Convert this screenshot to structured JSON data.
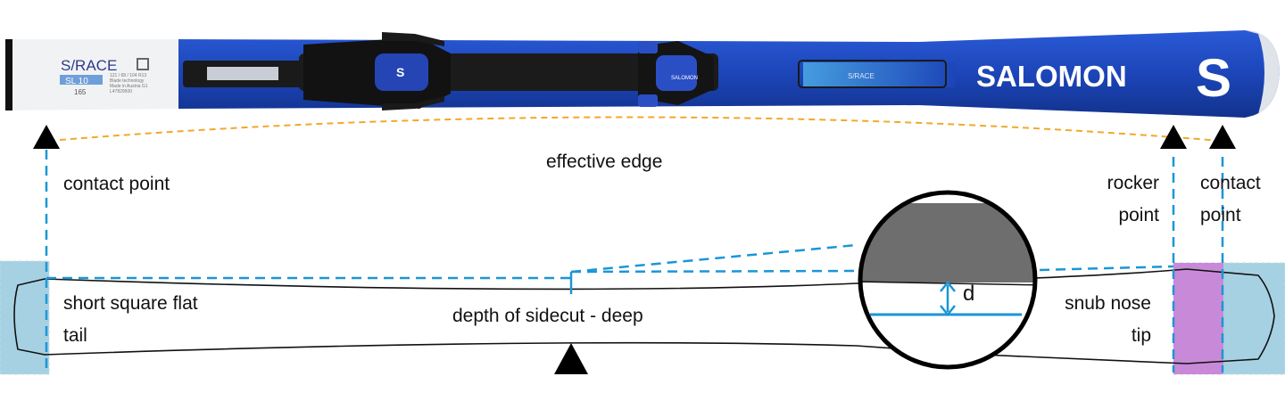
{
  "ski": {
    "top_logo": "S/RACE",
    "model_badge": "SL 10",
    "length": "165",
    "specs": [
      "121 / 68 / 104  R13",
      "Blade technology",
      "Made in Austria  G1",
      "L47829500"
    ],
    "brand": "SALOMON",
    "brand_mark": "S",
    "binding_mark_1": "S",
    "binding_mark_2": "SALOMON",
    "sticker": "S/RACE"
  },
  "labels": {
    "effective_edge": "effective edge",
    "contact_point_tail": "contact point",
    "rocker_point": [
      "rocker",
      "point"
    ],
    "contact_point_tip": [
      "contact",
      "point"
    ],
    "tail_shape": [
      "short square flat",
      "tail"
    ],
    "sidecut": "depth of sidecut - deep",
    "tip_shape": [
      "snub nose",
      "tip"
    ],
    "depth_symbol": "d"
  },
  "colors": {
    "ski_blue": "#1c45b8",
    "ski_white": "#f1f2f4",
    "edge_orange": "#f2a82a",
    "guide_blue": "#1b96d6",
    "zone_blue": "#a6d1e2",
    "zone_purple": "#c88ad8",
    "marker": "#000000",
    "inset_gray": "#6e6e6e"
  }
}
